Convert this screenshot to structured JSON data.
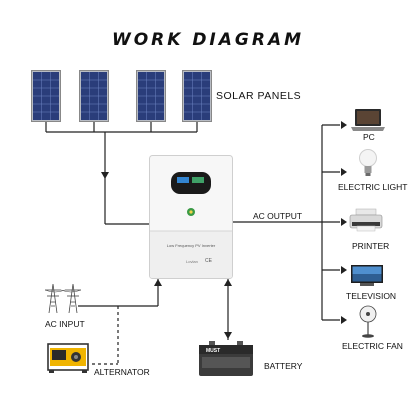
{
  "title": "WORK DIAGRAM",
  "labels": {
    "solar_panels": "SOLAR PANELS",
    "ac_output": "AC OUTPUT",
    "ac_input": "AC INPUT",
    "alternator": "ALTERNATOR",
    "battery": "BATTERY"
  },
  "loads": [
    {
      "label": "PC",
      "icon": "laptop-icon"
    },
    {
      "label": "ELECTRIC LIGHT",
      "icon": "light-bulb-icon"
    },
    {
      "label": "PRINTER",
      "icon": "printer-icon"
    },
    {
      "label": "TELEVISION",
      "icon": "television-icon"
    },
    {
      "label": "ELECTRIC FAN",
      "icon": "fan-icon"
    }
  ],
  "inverter": {
    "panel_text": "Low Frequency PV Inverter",
    "brand_text": "Lovlan",
    "mark_text": "CE"
  },
  "battery_brand": "MUST",
  "colors": {
    "wire": "#222222",
    "panel": "#2a3d7a",
    "panel_frame": "#b8bcc4",
    "inverter_body": "#f7f7f7",
    "display": "#1a1a1a",
    "generator": "#f0b400"
  }
}
